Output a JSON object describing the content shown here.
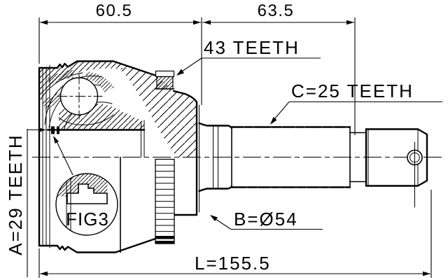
{
  "drawing": {
    "background": "#ffffff",
    "line_color": "#000000",
    "dimensions": {
      "width_left": "60.5",
      "width_right": "63.5",
      "total_length": "L=155.5"
    },
    "annotations": {
      "abs_ring_teeth": "43 TEETH",
      "outer_spline_teeth": "C=25 TEETH",
      "inner_spline_teeth": "A=29 TEETH",
      "body_diameter": "B=Ø54",
      "figure_reference": "FIG3"
    }
  }
}
